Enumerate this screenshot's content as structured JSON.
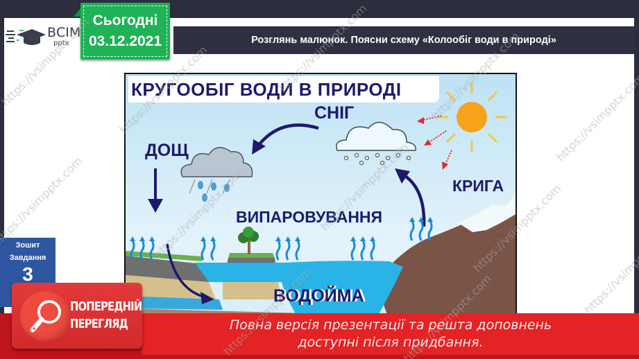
{
  "header": {
    "logo_text": "ВСІМ",
    "logo_sub": "pptx",
    "date_label": "Сьогодні",
    "date_value": "03.12.2021",
    "title": "Розглянь малюнок. Поясни схему «Колообіг води в природі»"
  },
  "diagram": {
    "title": "КРУГООБІГ ВОДИ В ПРИРОДІ",
    "labels": {
      "snow": "СНІГ",
      "rain": "ДОЩ",
      "ice": "КРИГА",
      "evaporation": "ВИПАРОВУВАННЯ",
      "water_body": "ВОДОЙМА"
    },
    "colors": {
      "label": "#1d1a6b",
      "sky": "#bde2f4",
      "water": "#29b3e6",
      "mountain": "#7b5448",
      "sun": "#f7a21b",
      "sun_rays": "#e02a2a"
    }
  },
  "notebook": {
    "line1": "Зошит",
    "line2": "Завдання",
    "number": "3"
  },
  "preview_badge": {
    "line1": "ПОПЕРЕДНІЙ",
    "line2": "ПЕРЕГЛЯД",
    "icon": "magnifier-icon"
  },
  "notice": {
    "line1": "Повна версія презентації та решта доповнень",
    "line2": "доступні після придбання."
  },
  "watermark": "https://vsimpptx.com",
  "colors": {
    "background": "#2c2e3e",
    "date_badge": "#1fb256",
    "title_bar": "#2f3142",
    "notebook": "#2f56a0",
    "bottom_bar": "#c0141c",
    "notice": "#e82626"
  }
}
